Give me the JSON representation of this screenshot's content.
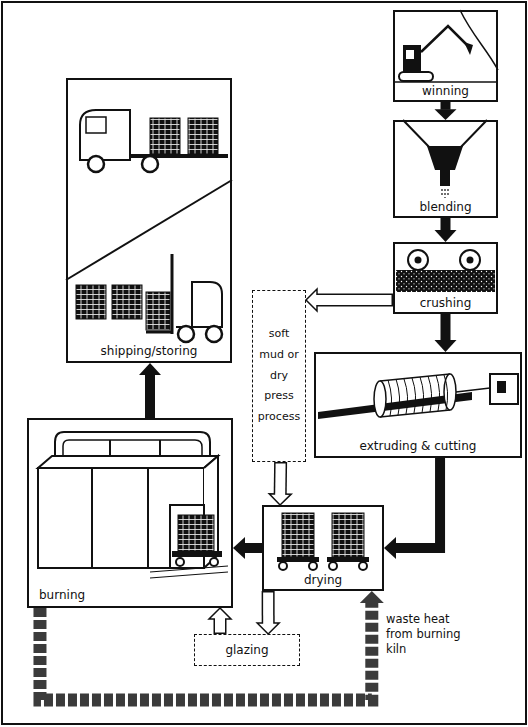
{
  "diagram": {
    "nodes": [
      {
        "text": [
          "winning"
        ]
      },
      {
        "text": [
          "blending"
        ]
      },
      {
        "text": [
          "crushing"
        ]
      },
      {
        "text": [
          "soft mud or dry press process"
        ]
      },
      {
        "text": [
          "extruding & cutting"
        ]
      },
      {
        "text": [
          "shipping/storing"
        ]
      },
      {
        "text": [
          "drying"
        ]
      },
      {
        "text": [
          "burning"
        ]
      },
      {
        "text": [
          "glazing"
        ]
      }
    ],
    "edges": [
      {
        "from": 0,
        "to": 1,
        "arrow": "to"
      },
      {
        "from": 1,
        "to": 2,
        "arrow": "to"
      },
      {
        "from": 2,
        "to": 4,
        "arrow": "to"
      },
      {
        "from": 2,
        "to": 3,
        "arrow": "to"
      },
      {
        "from": 3,
        "to": 6,
        "arrow": "to"
      },
      {
        "from": 4,
        "to": 6,
        "arrow": "to"
      },
      {
        "from": 6,
        "to": 7,
        "arrow": "to"
      },
      {
        "from": 7,
        "to": 5,
        "arrow": "to"
      },
      {
        "from": 6,
        "to": 8,
        "arrow": "to"
      },
      {
        "from": 8,
        "to": 7,
        "arrow": "to"
      },
      {
        "from": 7,
        "to": 6,
        "label": "waste heat from burning kiln",
        "arrow": "to"
      }
    ]
  }
}
